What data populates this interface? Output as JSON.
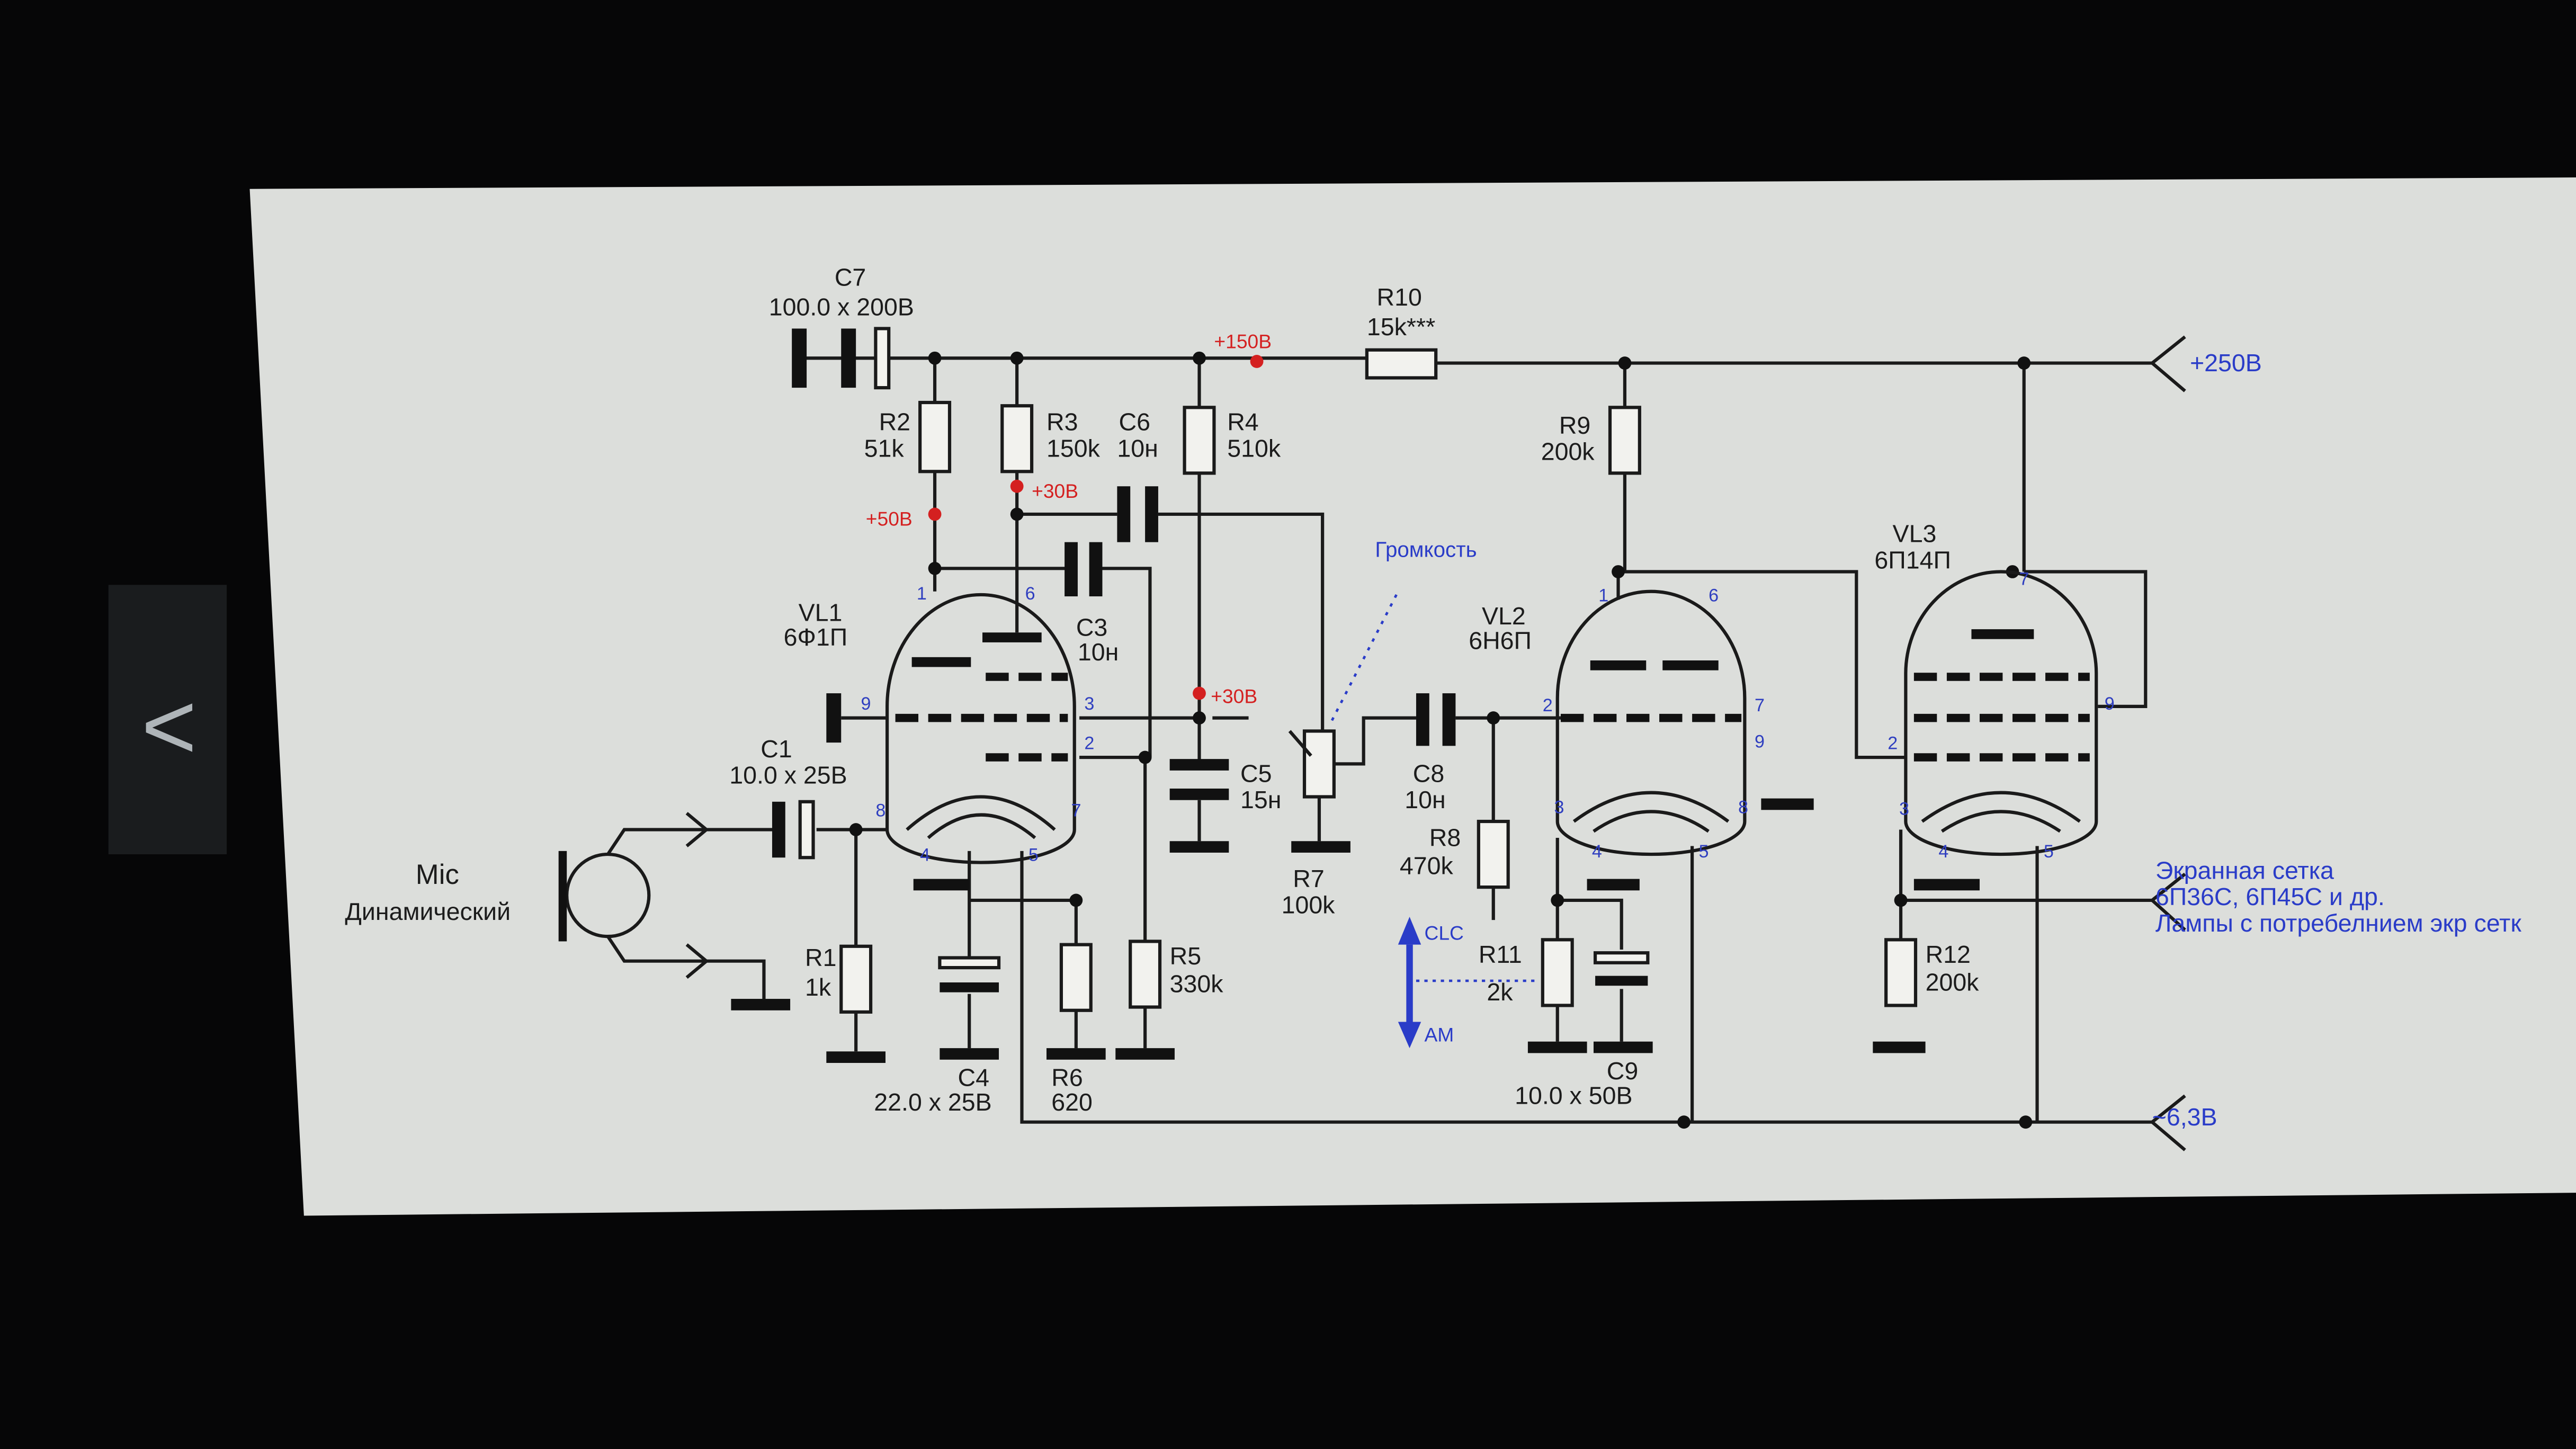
{
  "viewer": {
    "back_button": "<"
  },
  "schematic": {
    "c7": {
      "name": "C7",
      "value": "100.0 x 200В"
    },
    "r10": {
      "name": "R10",
      "value": "15k***"
    },
    "r2": {
      "name": "R2",
      "value": "51k"
    },
    "r3": {
      "name": "R3",
      "value": "150k"
    },
    "c6": {
      "name": "C6",
      "value": "10н"
    },
    "r4": {
      "name": "R4",
      "value": "510k"
    },
    "r9": {
      "name": "R9",
      "value": "200k"
    },
    "vl1": {
      "name": "VL1",
      "value": "6Ф1П"
    },
    "vl2": {
      "name": "VL2",
      "value": "6Н6П"
    },
    "vl3": {
      "name": "VL3",
      "value": "6П14П"
    },
    "c3": {
      "name": "C3",
      "value": "10н"
    },
    "c1": {
      "name": "C1",
      "value": "10.0 x 25В"
    },
    "c5": {
      "name": "C5",
      "value": "15н"
    },
    "r7": {
      "name": "R7",
      "value": "100k"
    },
    "c8": {
      "name": "C8",
      "value": "10н"
    },
    "r8": {
      "name": "R8",
      "value": "470k"
    },
    "r11": {
      "name": "R11",
      "value": "2k"
    },
    "c9": {
      "name": "C9",
      "value": "10.0 x 50В"
    },
    "r12": {
      "name": "R12",
      "value": "200k"
    },
    "r1": {
      "name": "R1",
      "value": "1k"
    },
    "c4": {
      "name": "C4",
      "value": "22.0 x 25В"
    },
    "r6": {
      "name": "R6",
      "value": "620"
    },
    "r5": {
      "name": "R5",
      "value": "330k"
    },
    "mic": {
      "name": "Mic",
      "value": "Динамический"
    },
    "voltages": {
      "v150": "+150В",
      "v50": "+50В",
      "v30a": "+30В",
      "v30b": "+30В"
    },
    "supply_250": "+250В",
    "heater": "~6,3В",
    "volume": "Громкость",
    "clc": "CLC",
    "am": "AM",
    "screen_note": [
      "Экранная сетка",
      "6П36С, 6П45С и др.",
      "Лампы с потребелнием экр сетк"
    ],
    "pins": {
      "vl1": [
        "1",
        "6",
        "9",
        "3",
        "2",
        "8",
        "7",
        "4",
        "5"
      ],
      "vl2": [
        "1",
        "6",
        "2",
        "7",
        "9",
        "3",
        "8",
        "4",
        "5"
      ],
      "vl3": [
        "7",
        "9",
        "2",
        "3",
        "4",
        "5"
      ]
    }
  }
}
